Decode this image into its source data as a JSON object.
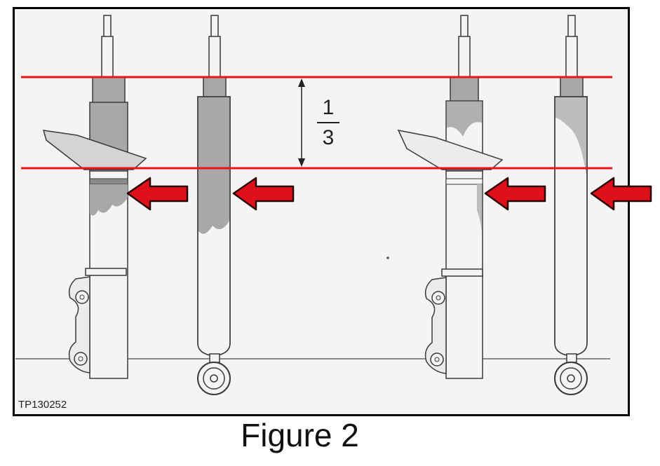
{
  "diagram": {
    "fraction_numerator": "1",
    "fraction_denominator": "3",
    "reference_code": "TP130252",
    "caption": "Figure 2",
    "colors": {
      "guide_line": "#e8141c",
      "arrow_fill": "#e0101a",
      "arrow_stroke": "#2a0000",
      "oil_stain": "#a8a8a8",
      "outline": "#3a3a3a",
      "background": "#f4f4f4"
    }
  }
}
